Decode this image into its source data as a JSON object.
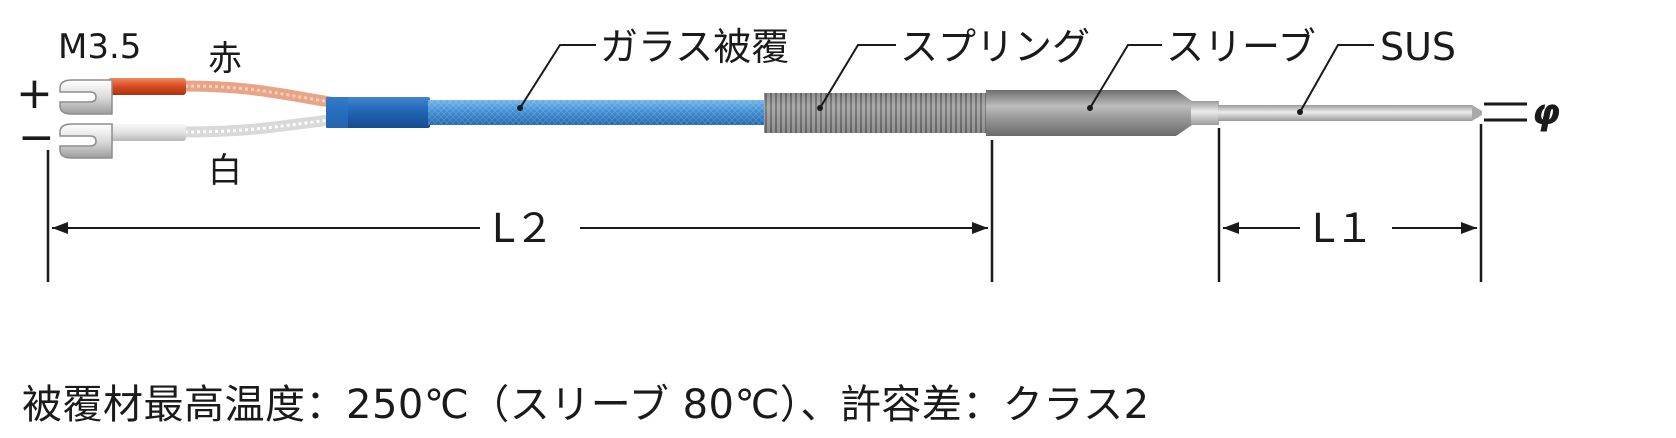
{
  "labels": {
    "terminal_size": "M3.5",
    "wire_red": "赤",
    "wire_white": "白",
    "glass_coating": "ガラス被覆",
    "spring": "スプリング",
    "sleeve": "スリーブ",
    "sus": "SUS",
    "phi": "φ",
    "plus": "+",
    "minus": "−"
  },
  "dimensions": {
    "l2": "L２",
    "l1": "L１"
  },
  "footnote": "被覆材最高温度：250℃（スリーブ 80℃）、許容差：クラス2",
  "colors": {
    "red_wire": "#d84a20",
    "red_sheath": "#e8a486",
    "white_sheath": "#e9e9e9",
    "glass_blue": "#3f8fd4",
    "blue_tube": "#1f63b3",
    "spring_gray": "#9c9c9c",
    "sleeve_gray": "#8f8f8f",
    "sus_gray": "#cfcfcf"
  }
}
